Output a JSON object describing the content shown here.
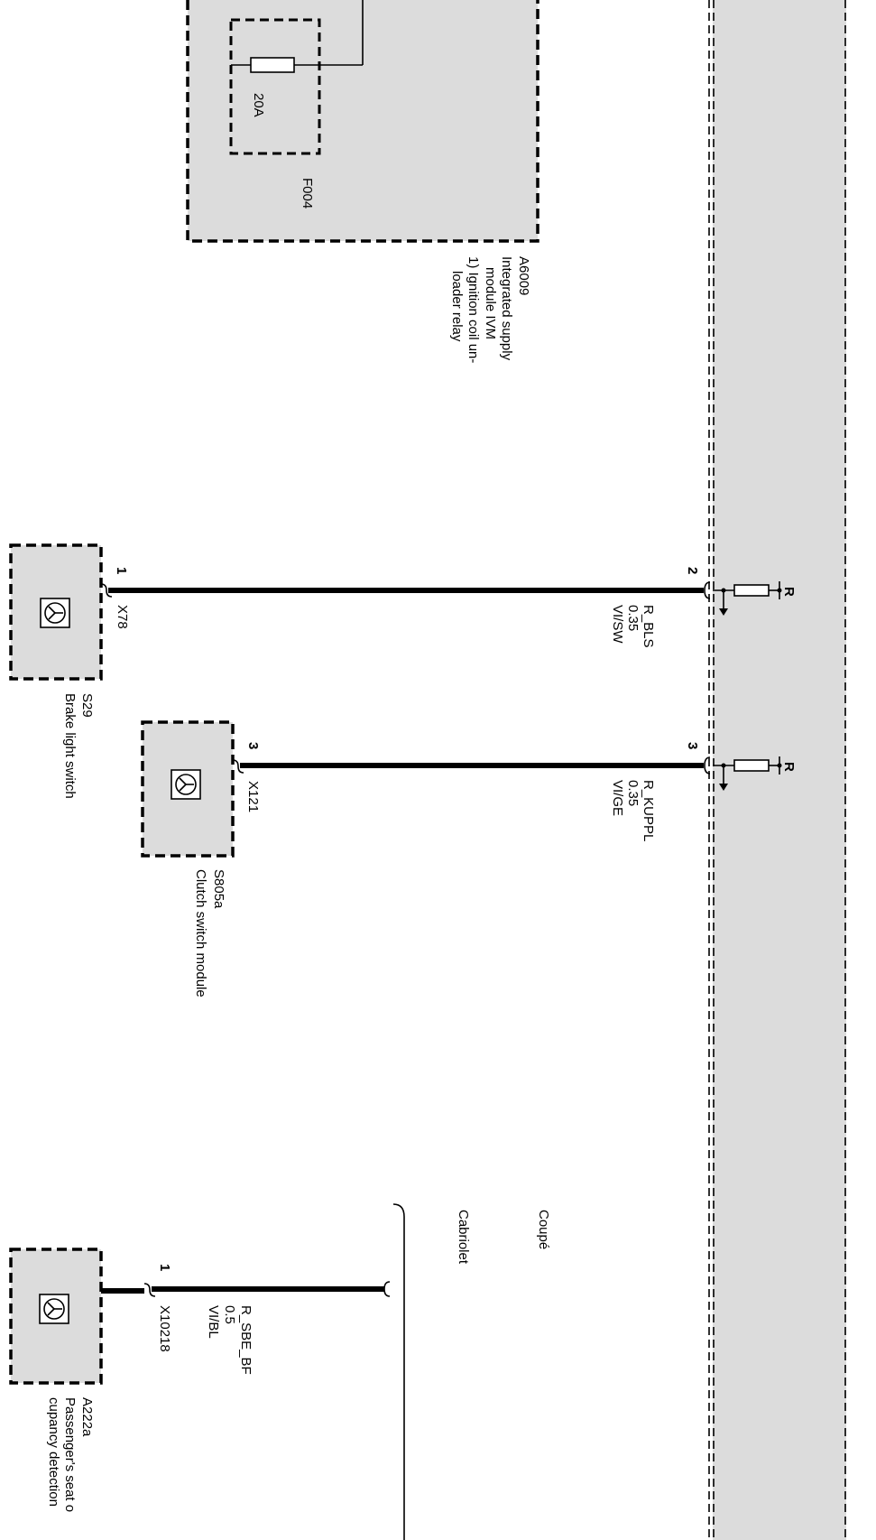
{
  "diagram": {
    "modules": {
      "ivm": {
        "code": "A6009",
        "desc": [
          "Integrated supply",
          "module IVM",
          "1) Ignition coil un-",
          "loader relay"
        ],
        "fuse": {
          "code": "F004",
          "rating": "20A"
        }
      },
      "brake_switch": {
        "code": "S29",
        "name": "Brake light switch",
        "connector": "X78",
        "pin": "1"
      },
      "clutch_switch": {
        "code": "S805a",
        "name": "Clutch switch module",
        "connector": "X121",
        "pin": "3"
      },
      "seat_occupancy": {
        "code": "A222a",
        "name": [
          "Passenger's seat o",
          "cupancy detection"
        ],
        "connector": "X10218",
        "pin": "1"
      }
    },
    "wires": {
      "bls": {
        "name": "R_BLS",
        "gauge": "0.35",
        "color": "VI/SW",
        "bus_pin": "2",
        "resistor_label": "R"
      },
      "kuppl": {
        "name": "R_KUPPL",
        "gauge": "0.35",
        "color": "VI/GE",
        "bus_pin": "3",
        "resistor_label": "R"
      },
      "sbe": {
        "name": "R_SBE_BF",
        "gauge": "0.5",
        "color": "VI/BL"
      }
    },
    "variants": {
      "coupe": "Coupé",
      "cabriolet": "Cabriolet"
    }
  }
}
